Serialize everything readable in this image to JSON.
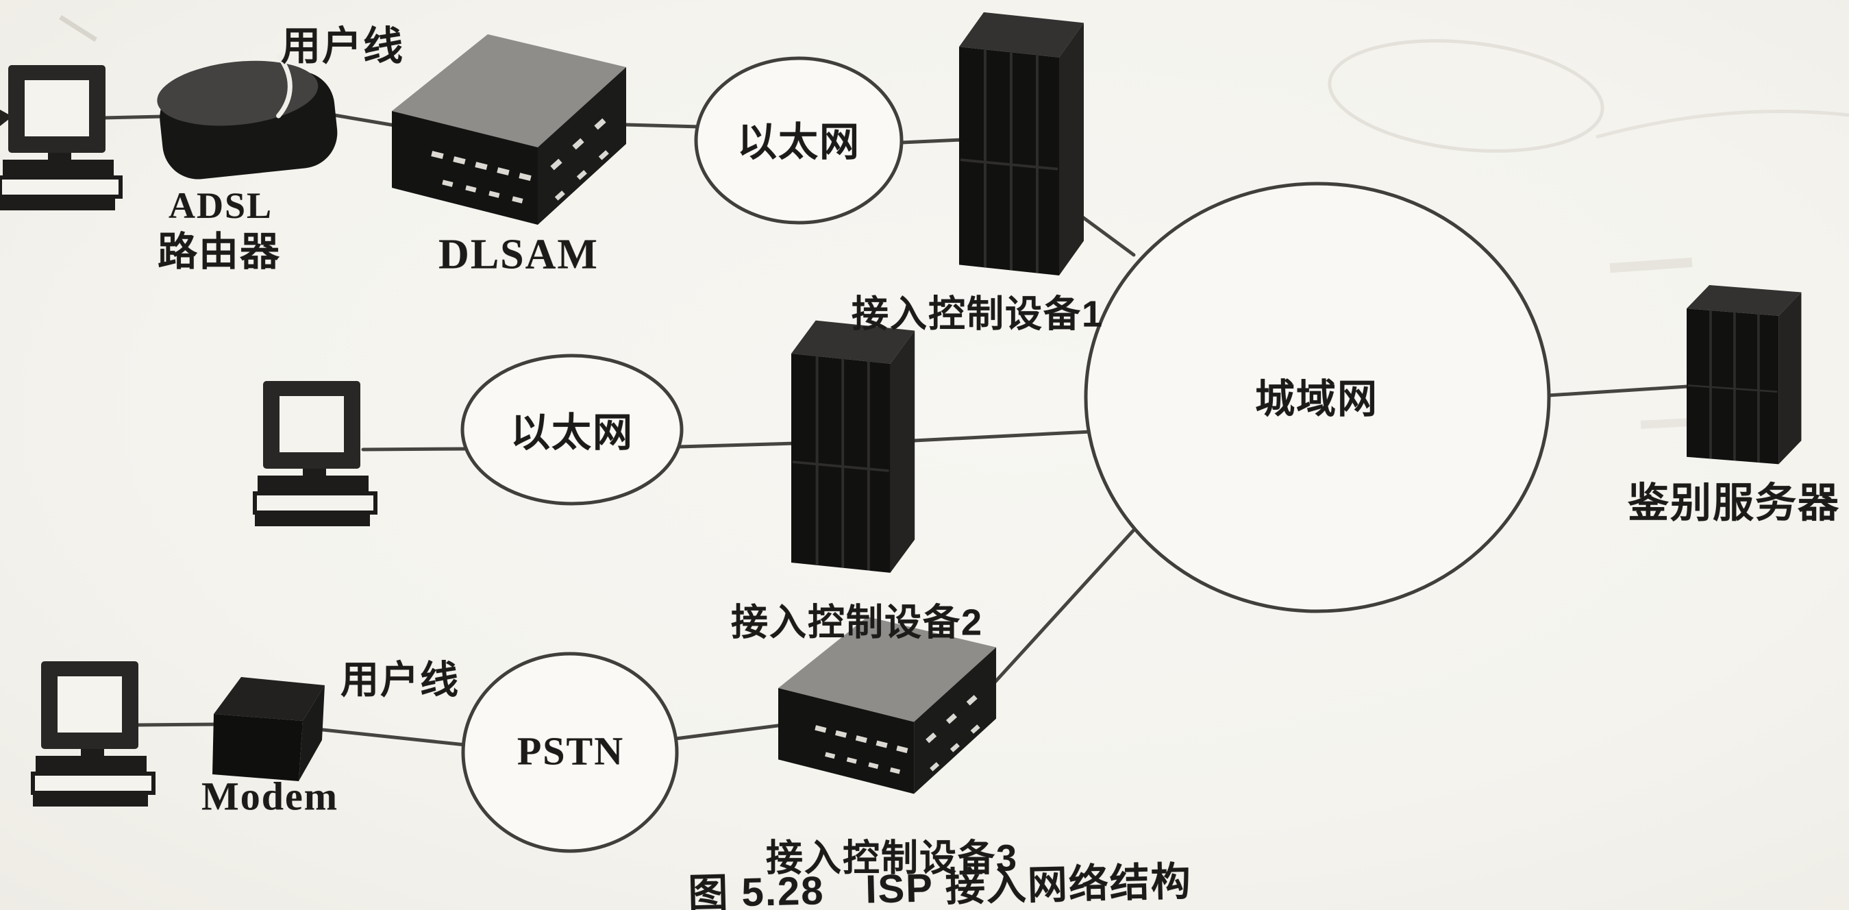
{
  "figure": {
    "caption": "图 5.28　ISP 接入网络结构",
    "type": "network-topology-diagram"
  },
  "labels": {
    "user_line_top": "用户线",
    "adsl_line1": "ADSL",
    "adsl_line2": "路由器",
    "dslam": "DLSAM",
    "ethernet_top": "以太网",
    "access_device_1": "接入控制设备1",
    "ethernet_mid": "以太网",
    "access_device_2": "接入控制设备2",
    "modem": "Modem",
    "user_line_bottom": "用户线",
    "pstn": "PSTN",
    "access_device_3": "接入控制设备3",
    "metro_network": "城域网",
    "auth_server": "鉴别服务器",
    "caption": "图 5.28　ISP 接入网络结构"
  },
  "nodes": [
    {
      "id": "pc1",
      "kind": "computer",
      "row": "top"
    },
    {
      "id": "adsl-router",
      "kind": "router",
      "label": "ADSL 路由器",
      "row": "top"
    },
    {
      "id": "dslam",
      "kind": "switch-chassis",
      "label": "DLSAM",
      "row": "top"
    },
    {
      "id": "ethernet-top",
      "kind": "network-cloud",
      "label": "以太网",
      "row": "top"
    },
    {
      "id": "access-device-1",
      "kind": "tower-device",
      "label": "接入控制设备1",
      "row": "top"
    },
    {
      "id": "pc2",
      "kind": "computer",
      "row": "middle"
    },
    {
      "id": "ethernet-mid",
      "kind": "network-cloud",
      "label": "以太网",
      "row": "middle"
    },
    {
      "id": "access-device-2",
      "kind": "tower-device",
      "label": "接入控制设备2",
      "row": "middle"
    },
    {
      "id": "pc3",
      "kind": "computer",
      "row": "bottom"
    },
    {
      "id": "modem",
      "kind": "modem",
      "label": "Modem",
      "row": "bottom"
    },
    {
      "id": "pstn",
      "kind": "network-cloud",
      "label": "PSTN",
      "row": "bottom"
    },
    {
      "id": "access-device-3",
      "kind": "switch-chassis",
      "label": "接入控制设备3",
      "row": "bottom"
    },
    {
      "id": "metro-network",
      "kind": "network-circle",
      "label": "城域网"
    },
    {
      "id": "auth-server",
      "kind": "tower-device",
      "label": "鉴别服务器"
    }
  ],
  "edges": [
    {
      "from": "pc1",
      "to": "adsl-router"
    },
    {
      "from": "adsl-router",
      "to": "dslam",
      "label": "用户线"
    },
    {
      "from": "dslam",
      "to": "ethernet-top"
    },
    {
      "from": "ethernet-top",
      "to": "access-device-1"
    },
    {
      "from": "access-device-1",
      "to": "metro-network"
    },
    {
      "from": "pc2",
      "to": "ethernet-mid"
    },
    {
      "from": "ethernet-mid",
      "to": "access-device-2"
    },
    {
      "from": "access-device-2",
      "to": "metro-network"
    },
    {
      "from": "pc3",
      "to": "modem"
    },
    {
      "from": "modem",
      "to": "pstn",
      "label": "用户线"
    },
    {
      "from": "pstn",
      "to": "access-device-3"
    },
    {
      "from": "access-device-3",
      "to": "metro-network"
    },
    {
      "from": "metro-network",
      "to": "auth-server"
    }
  ],
  "colors": {
    "paper": "#f5f4ef",
    "ink_line": "#454440",
    "device_dark": "#141413",
    "device_top_gray": "#8e8d8a",
    "text": "#1c1b19",
    "ghost_marks": "#d9d5cc"
  }
}
